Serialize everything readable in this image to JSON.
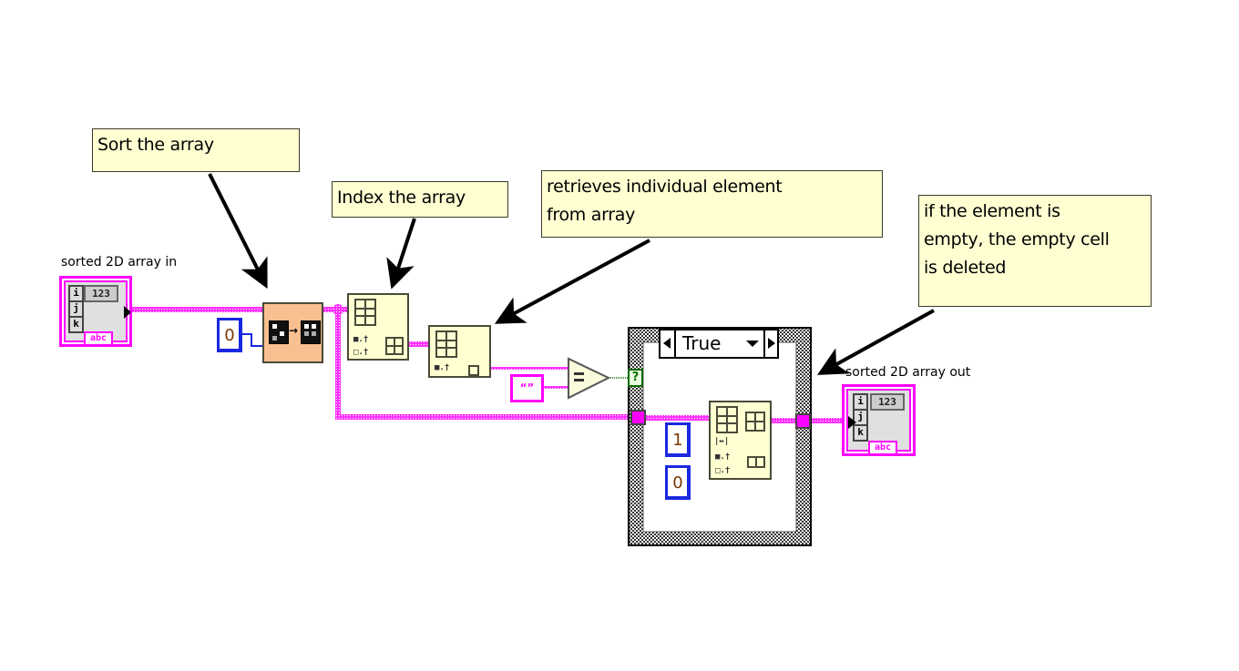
{
  "comments": {
    "sort": "Sort the array",
    "index": "Index the array",
    "retrieve_line1": "retrieves individual element",
    "retrieve_line2": "from array",
    "delete_line1": "if the element is",
    "delete_line2": "empty, the empty cell",
    "delete_line3": "is deleted"
  },
  "terminals": {
    "input_label": "sorted 2D array in",
    "output_label": "sorted 2D array out",
    "numeric_glyph": "123",
    "string_glyph": "abc",
    "dims": [
      "i",
      "j",
      "k"
    ]
  },
  "constants": {
    "sort_dim": "0",
    "empty_string": "“”",
    "delete_length": "1",
    "delete_index": "0"
  },
  "case_structure": {
    "selector_value": "True",
    "selector_glyph": "?"
  },
  "nodes": {
    "sort": "sort-2d-array",
    "index_array_1": "index-array",
    "index_array_2": "index-array",
    "equal": "=",
    "delete_from_array": "delete-from-array"
  },
  "colors": {
    "string_wire": "#ff00ff",
    "numeric_wire": "#1a28e0",
    "boolean_wire": "#0a6a00",
    "note_bg": "#ffffd2",
    "sort_node_bg": "#f8c090"
  }
}
